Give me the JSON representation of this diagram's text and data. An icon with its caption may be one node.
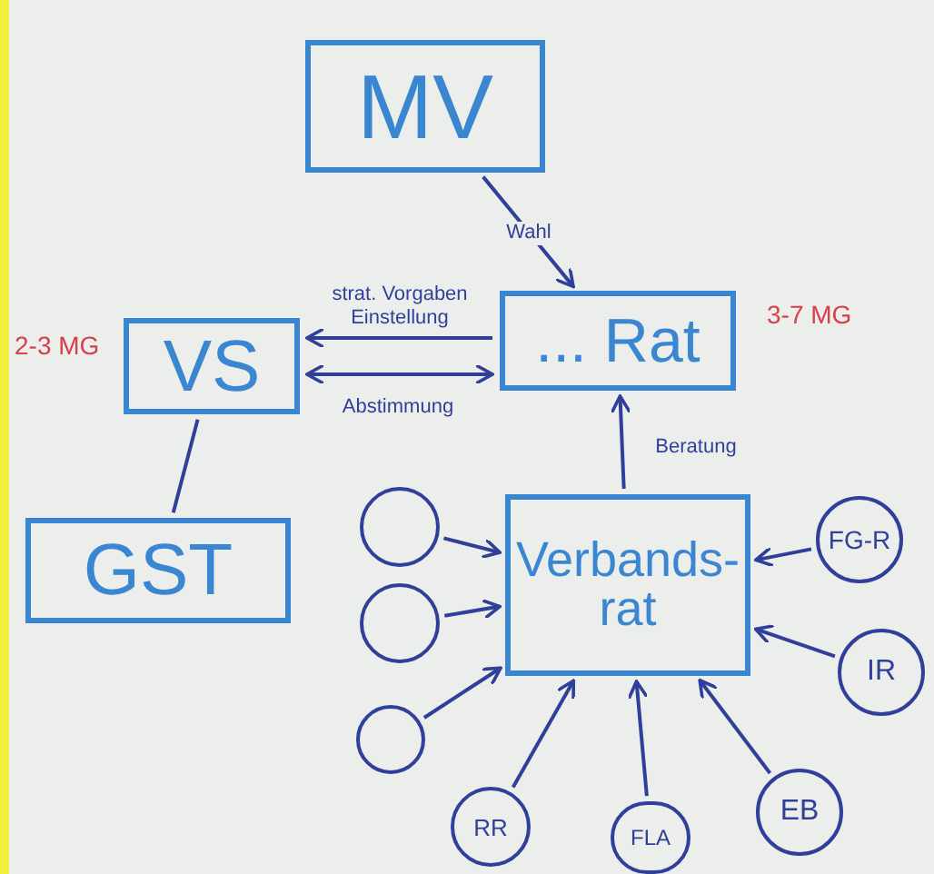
{
  "diagram": {
    "nodes": [
      {
        "text": [
          "MV"
        ]
      },
      {
        "text": [
          "VS"
        ],
        "beside": [
          "2-3 MG"
        ]
      },
      {
        "text": [
          "... Rat"
        ],
        "beside": [
          "3-7 MG"
        ]
      },
      {
        "text": [
          "GST"
        ]
      },
      {
        "text": [
          "Verbands- rat"
        ]
      },
      {
        "text": [],
        "shape": "circle"
      },
      {
        "text": [],
        "shape": "circle"
      },
      {
        "text": [],
        "shape": "circle"
      },
      {
        "text": [
          "FG-R"
        ]
      },
      {
        "text": [
          "IR"
        ]
      },
      {
        "text": [
          "RR"
        ]
      },
      {
        "text": [
          "FLA"
        ]
      },
      {
        "text": [
          "EB"
        ]
      }
    ],
    "edges": [
      {
        "from": 0,
        "to": 2,
        "arrow": "to",
        "label": "Wahl"
      },
      {
        "from": 2,
        "to": 1,
        "arrow": "to",
        "label": "strat. Vorgaben Einstellung"
      },
      {
        "from": 1,
        "to": 2,
        "arrow": "both",
        "label": "Abstimmung"
      },
      {
        "from": 1,
        "to": 3,
        "arrow": "none"
      },
      {
        "from": 4,
        "to": 2,
        "arrow": "to",
        "label": "Beratung"
      },
      {
        "from": 5,
        "to": 4,
        "arrow": "to"
      },
      {
        "from": 6,
        "to": 4,
        "arrow": "to"
      },
      {
        "from": 7,
        "to": 4,
        "arrow": "to"
      },
      {
        "from": 8,
        "to": 4,
        "arrow": "to"
      },
      {
        "from": 9,
        "to": 4,
        "arrow": "to"
      },
      {
        "from": 10,
        "to": 4,
        "arrow": "to"
      },
      {
        "from": 11,
        "to": 4,
        "arrow": "to"
      },
      {
        "from": 12,
        "to": 4,
        "arrow": "to"
      }
    ]
  }
}
